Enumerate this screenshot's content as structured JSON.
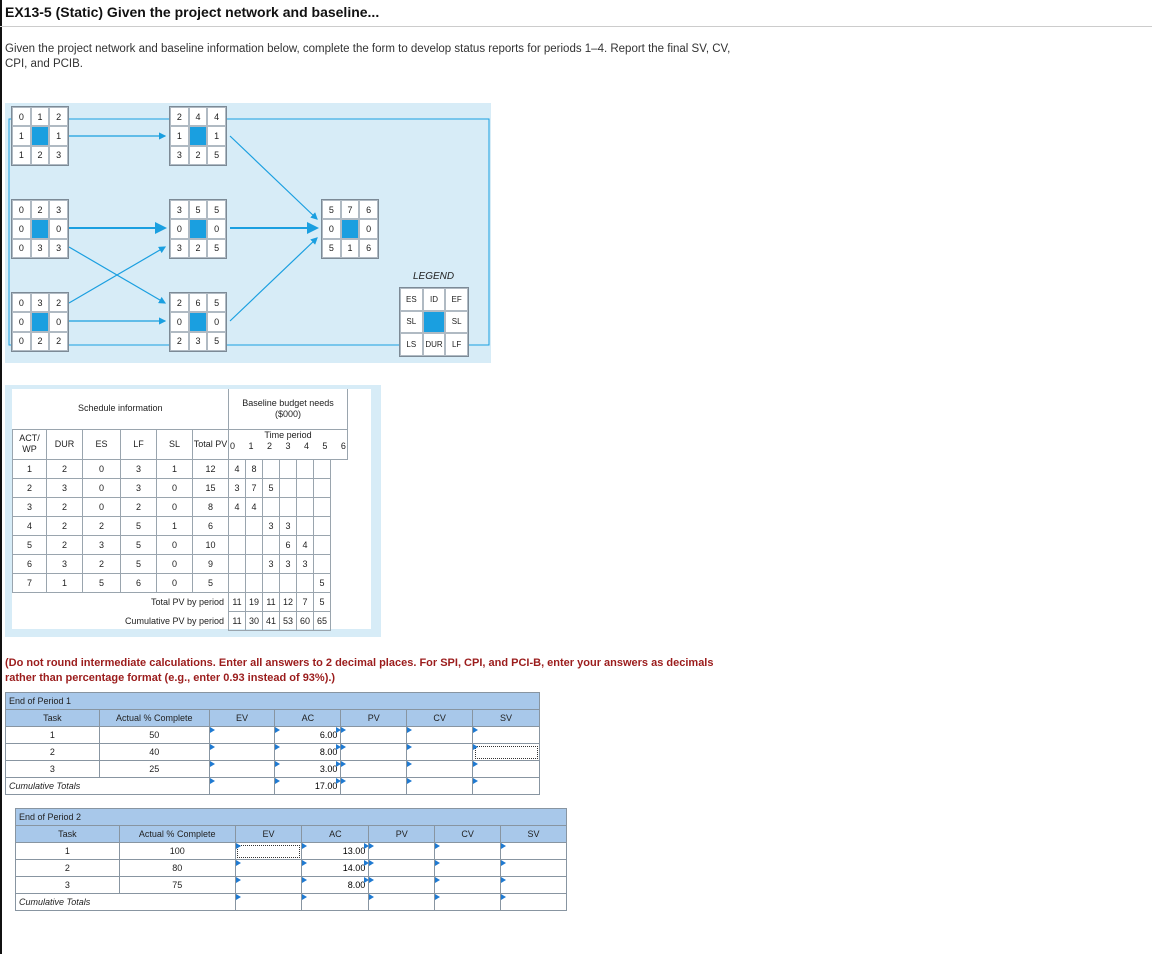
{
  "title": "EX13-5 (Static) Given the project network and baseline...",
  "intro": "Given the project network and baseline information below, complete the form to develop status reports for periods 1–4. Report the final SV, CV, CPI, and PCIB.",
  "network": {
    "nodes": [
      {
        "cells": [
          "0",
          "1",
          "2",
          "1",
          "",
          "1",
          "1",
          "2",
          "3"
        ]
      },
      {
        "cells": [
          "2",
          "4",
          "4",
          "1",
          "",
          "1",
          "3",
          "2",
          "5"
        ]
      },
      {
        "cells": [
          "0",
          "2",
          "3",
          "0",
          "",
          "0",
          "0",
          "3",
          "3"
        ]
      },
      {
        "cells": [
          "3",
          "5",
          "5",
          "0",
          "",
          "0",
          "3",
          "2",
          "5"
        ]
      },
      {
        "cells": [
          "5",
          "7",
          "6",
          "0",
          "",
          "0",
          "5",
          "1",
          "6"
        ]
      },
      {
        "cells": [
          "0",
          "3",
          "2",
          "0",
          "",
          "0",
          "0",
          "2",
          "2"
        ]
      },
      {
        "cells": [
          "2",
          "6",
          "5",
          "0",
          "",
          "0",
          "2",
          "3",
          "5"
        ]
      }
    ],
    "legend_title": "LEGEND",
    "legend_cells": [
      "ES",
      "ID",
      "EF",
      "SL",
      "",
      "SL",
      "LS",
      "DUR",
      "LF"
    ]
  },
  "schedule": {
    "schedule_header": "Schedule information",
    "budget_header": "Baseline budget needs ($000)",
    "time_period_label": "Time period",
    "cols": [
      "ACT/ WP",
      "DUR",
      "ES",
      "LF",
      "SL"
    ],
    "total_pv_label": "Total PV",
    "periods": [
      "0",
      "1",
      "2",
      "3",
      "4",
      "5",
      "6"
    ],
    "rows": [
      {
        "act": "1",
        "dur": "2",
        "es": "0",
        "lf": "3",
        "sl": "1",
        "pv": "12",
        "p": [
          "4",
          "8",
          "",
          "",
          "",
          ""
        ]
      },
      {
        "act": "2",
        "dur": "3",
        "es": "0",
        "lf": "3",
        "sl": "0",
        "pv": "15",
        "p": [
          "3",
          "7",
          "5",
          "",
          "",
          ""
        ]
      },
      {
        "act": "3",
        "dur": "2",
        "es": "0",
        "lf": "2",
        "sl": "0",
        "pv": "8",
        "p": [
          "4",
          "4",
          "",
          "",
          "",
          ""
        ]
      },
      {
        "act": "4",
        "dur": "2",
        "es": "2",
        "lf": "5",
        "sl": "1",
        "pv": "6",
        "p": [
          "",
          "",
          "3",
          "3",
          "",
          ""
        ]
      },
      {
        "act": "5",
        "dur": "2",
        "es": "3",
        "lf": "5",
        "sl": "0",
        "pv": "10",
        "p": [
          "",
          "",
          "",
          "6",
          "4",
          ""
        ]
      },
      {
        "act": "6",
        "dur": "3",
        "es": "2",
        "lf": "5",
        "sl": "0",
        "pv": "9",
        "p": [
          "",
          "",
          "3",
          "3",
          "3",
          ""
        ]
      },
      {
        "act": "7",
        "dur": "1",
        "es": "5",
        "lf": "6",
        "sl": "0",
        "pv": "5",
        "p": [
          "",
          "",
          "",
          "",
          "",
          "5"
        ]
      }
    ],
    "total_pv_by_period_label": "Total PV by period",
    "total_pv_by_period": [
      "11",
      "19",
      "11",
      "12",
      "7",
      "5"
    ],
    "cumulative_pv_label": "Cumulative PV by period",
    "cumulative_pv": [
      "11",
      "30",
      "41",
      "53",
      "60",
      "65"
    ]
  },
  "instructions": "(Do not round intermediate calculations. Enter all answers to 2 decimal places. For SPI, CPI, and PCI-B, enter your answers as decimals rather than percentage format (e.g., enter 0.93 instead of 93%).)",
  "forms": [
    {
      "caption": "End of Period 1",
      "headers": [
        "Task",
        "Actual % Complete",
        "EV",
        "AC",
        "PV",
        "CV",
        "SV"
      ],
      "rows": [
        {
          "task": "1",
          "pct": "50",
          "ac": "6.00"
        },
        {
          "task": "2",
          "pct": "40",
          "ac": "8.00"
        },
        {
          "task": "3",
          "pct": "25",
          "ac": "3.00"
        }
      ],
      "totals_label": "Cumulative Totals",
      "totals_ac": "17.00"
    },
    {
      "caption": "End of Period 2",
      "headers": [
        "Task",
        "Actual % Complete",
        "EV",
        "AC",
        "PV",
        "CV",
        "SV"
      ],
      "rows": [
        {
          "task": "1",
          "pct": "100",
          "ac": "13.00"
        },
        {
          "task": "2",
          "pct": "80",
          "ac": "14.00"
        },
        {
          "task": "3",
          "pct": "75",
          "ac": "8.00"
        }
      ],
      "totals_label": "Cumulative Totals",
      "totals_ac": ""
    }
  ]
}
